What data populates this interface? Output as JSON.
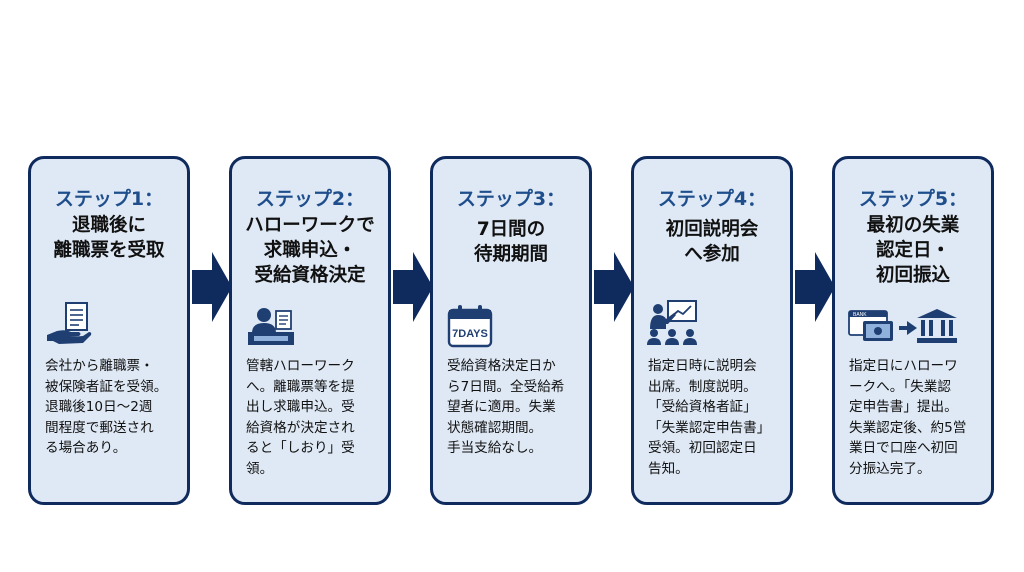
{
  "steps": [
    {
      "step_label": "ステップ1：",
      "title_lines": [
        "退職後に",
        "離職票を受取"
      ],
      "icon": "hand-document-icon",
      "desc_lines": [
        "会社から離職票・",
        "被保険者証を受領。",
        "退職後10日〜2週",
        "間程度で郵送され",
        "る場合あり。"
      ]
    },
    {
      "step_label": "ステップ2：",
      "title_lines": [
        "ハローワークで",
        "求職申込・",
        "受給資格決定"
      ],
      "icon": "desk-clerk-icon",
      "desc_lines": [
        "管轄ハローワーク",
        "へ。離職票等を提",
        "出し求職申込。受",
        "給資格が決定され",
        "ると「しおり」受",
        "領。"
      ]
    },
    {
      "step_label": "ステップ3：",
      "title_lines": [
        "7日間の",
        "待期期間"
      ],
      "icon": "calendar-7days-icon",
      "icon_text": "7DAYS",
      "desc_lines": [
        "受給資格決定日か",
        "ら7日間。全受給希",
        "望者に適用。失業",
        "状態確認期間。",
        "手当支給なし。"
      ]
    },
    {
      "step_label": "ステップ4：",
      "title_lines": [
        "初回説明会",
        "へ参加"
      ],
      "icon": "presentation-icon",
      "desc_lines": [
        "指定日時に説明会",
        "出席。制度説明。",
        "「受給資格者証」",
        "「失業認定申告書」",
        "受領。初回認定日",
        "告知。"
      ]
    },
    {
      "step_label": "ステップ5：",
      "title_lines": [
        "最初の失業",
        "認定日・",
        "初回振込"
      ],
      "icon": "bank-transfer-icon",
      "icon_text": "BANK",
      "desc_lines": [
        "指定日にハローワ",
        "ークへ。「失業認",
        "定申告書」提出。",
        "失業認定後、約5営",
        "業日で口座へ初回",
        "分振込完了。"
      ]
    }
  ],
  "colors": {
    "border": "#0f2a5c",
    "card_bg": "#dfe9f5",
    "step_label": "#1f4e8c",
    "arrow": "#0f2a5c",
    "icon": "#1f3f73"
  }
}
